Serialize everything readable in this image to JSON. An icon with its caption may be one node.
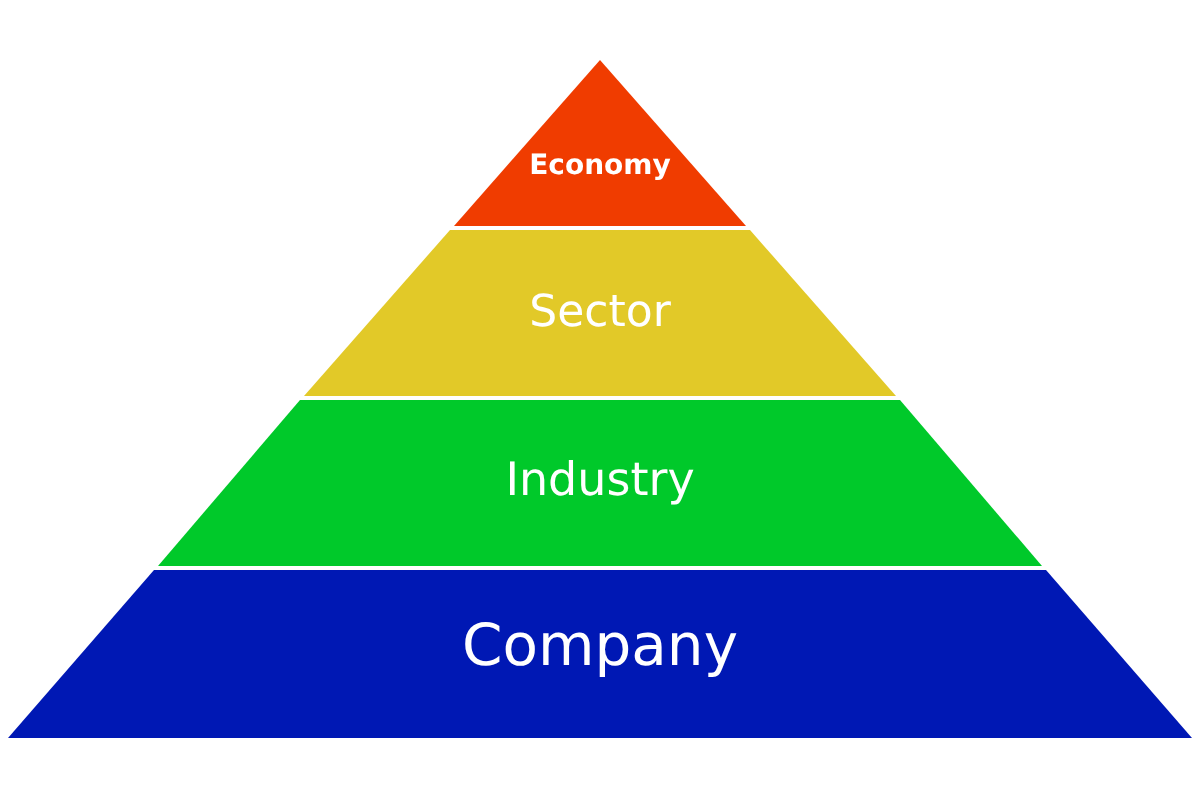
{
  "diagram": {
    "nodes": [
      {
        "text": [
          "Economy"
        ]
      },
      {
        "text": [
          "Sector"
        ]
      },
      {
        "text": [
          "Industry"
        ]
      },
      {
        "text": [
          "Company"
        ]
      }
    ]
  }
}
